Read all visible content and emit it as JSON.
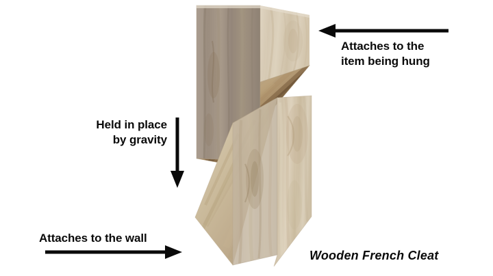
{
  "figure": {
    "caption": "Wooden French Cleat",
    "background_color": "#ffffff",
    "text_color": "#0a0a0a",
    "arrow_color": "#0a0a0a"
  },
  "annotations": [
    {
      "id": "top-right",
      "text": "Attaches to the\nitem being hung",
      "arrow": "arrow-left",
      "arrow_direction": "left"
    },
    {
      "id": "left-middle",
      "text": "Held in place\nby gravity",
      "arrow": "arrow-down",
      "arrow_direction": "down"
    },
    {
      "id": "bottom-left",
      "text": "Attaches to the wall",
      "arrow": "arrow-right",
      "arrow_direction": "right"
    }
  ],
  "cleat": {
    "description": "Two wooden boards with matching 45-degree bevel cuts shown in 3D perspective",
    "pieces": [
      {
        "name": "upper-cleat-piece",
        "role": "attaches to the item being hung"
      },
      {
        "name": "lower-cleat-piece",
        "role": "attaches to the wall"
      }
    ],
    "colors": {
      "front_face": "#9d8e7e",
      "front_face_shadow": "#8b7d6d",
      "light_face": "#d8cbb6",
      "light_face_highlight": "#e4dac8",
      "bevel_face": "#c9b79a",
      "bevel_dark_grain": "#7d6244",
      "edge_line": "#b5a58d"
    }
  }
}
